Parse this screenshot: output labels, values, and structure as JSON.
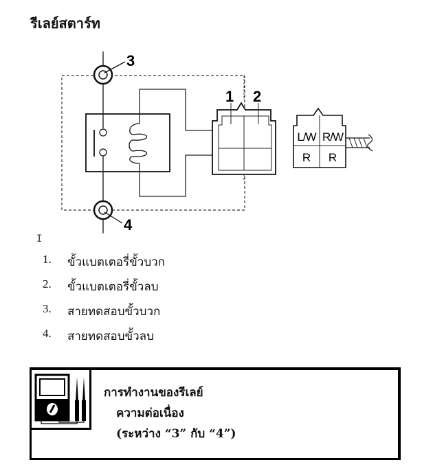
{
  "title": "รีเลย์สตาร์ท",
  "diagram": {
    "callouts": [
      "1",
      "2",
      "3",
      "4"
    ],
    "connector_labels": {
      "top_left": "L/W",
      "top_right": "R/W",
      "bottom_left": "R",
      "bottom_right": "R"
    }
  },
  "legend": [
    {
      "num": "1.",
      "text": "ขั้วแบตเตอรี่ขั้วบวก"
    },
    {
      "num": "2.",
      "text": "ขั้วแบตเตอรี่ขั้วลบ"
    },
    {
      "num": "3.",
      "text": "สายทดสอบขั้วบวก"
    },
    {
      "num": "4.",
      "text": "สายทดสอบขั้วลบ"
    }
  ],
  "instruction": {
    "icon": "multimeter-icon",
    "line1": "การทำงานของรีเลย์",
    "line2": "ความต่อเนื่อง",
    "line3": "(ระหว่าง “3” กับ “4”)"
  }
}
